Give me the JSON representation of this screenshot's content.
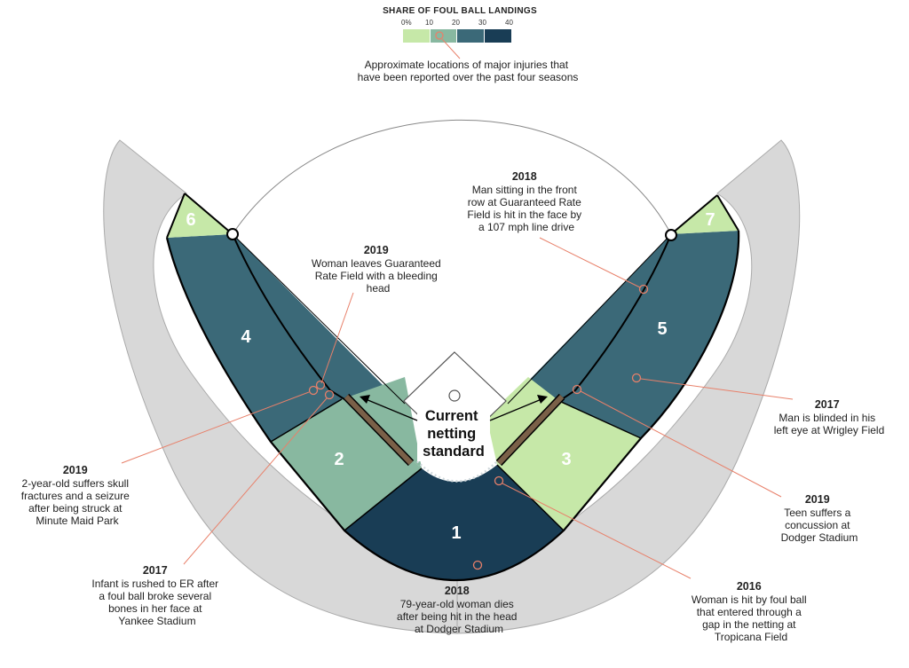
{
  "legend": {
    "title": "SHARE OF FOUL BALL LANDINGS",
    "ticks": [
      "0%",
      "10",
      "20",
      "30",
      "40"
    ],
    "colors": [
      "#c6e8a8",
      "#88b8a0",
      "#3b6978",
      "#193d55"
    ],
    "note_lines": [
      "Approximate locations of major injuries that",
      "have been reported over the past four seasons"
    ]
  },
  "colors": {
    "stands": "#d8d8d8",
    "section_4_5": "#3b6978",
    "section_1": "#193d55",
    "section_2": "#88b8a0",
    "section_3_6_7": "#c6e8a8",
    "netting": "#7a6048",
    "marker": "#e8806a"
  },
  "sections": [
    {
      "id": "1",
      "label": "1"
    },
    {
      "id": "2",
      "label": "2"
    },
    {
      "id": "3",
      "label": "3"
    },
    {
      "id": "4",
      "label": "4"
    },
    {
      "id": "5",
      "label": "5"
    },
    {
      "id": "6",
      "label": "6"
    },
    {
      "id": "7",
      "label": "7"
    }
  ],
  "netting_label": [
    "Current",
    "netting",
    "standard"
  ],
  "annotations": [
    {
      "year": "2019",
      "lines": [
        "Woman leaves Guaranteed",
        "Rate Field with a bleeding",
        "head"
      ]
    },
    {
      "year": "2018",
      "lines": [
        "Man sitting in the front",
        "row at Guaranteed Rate",
        "Field is hit in the face by",
        "a 107 mph line drive"
      ]
    },
    {
      "year": "2017",
      "lines": [
        "Man is blinded in his",
        "left eye at Wrigley Field"
      ]
    },
    {
      "year": "2019",
      "lines": [
        "Teen suffers a",
        "concussion at",
        "Dodger Stadium"
      ]
    },
    {
      "year": "2016",
      "lines": [
        "Woman is hit by foul ball",
        "that entered through a",
        "gap in the netting at",
        "Tropicana Field"
      ]
    },
    {
      "year": "2018",
      "lines": [
        "79-year-old woman dies",
        "after being hit in the head",
        "at Dodger Stadium"
      ]
    },
    {
      "year": "2017",
      "lines": [
        "Infant is rushed to ER after",
        "a foul ball broke several",
        "bones in her face at",
        "Yankee Stadium"
      ]
    },
    {
      "year": "2019",
      "lines": [
        "2-year-old suffers skull",
        "fractures and a seizure",
        "after being struck at",
        "Minute Maid Park"
      ]
    }
  ]
}
